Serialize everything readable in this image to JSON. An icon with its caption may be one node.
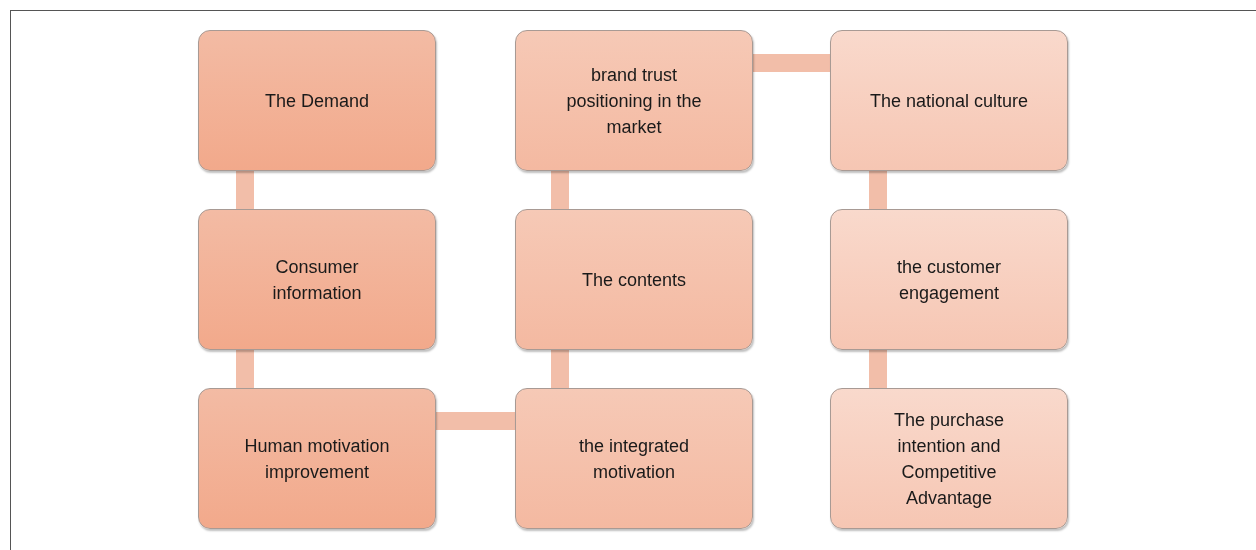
{
  "diagram": {
    "nodes": [
      {
        "text": [
          "The Demand"
        ]
      },
      {
        "text": [
          "Consumer information"
        ]
      },
      {
        "text": [
          "Human motivation improvement"
        ]
      },
      {
        "text": [
          "brand trust positioning in the market"
        ]
      },
      {
        "text": [
          "The contents"
        ]
      },
      {
        "text": [
          "the integrated motivation"
        ]
      },
      {
        "text": [
          "The national culture"
        ]
      },
      {
        "text": [
          "the customer engagement"
        ]
      },
      {
        "text": [
          "The purchase intention and Competitive Advantage"
        ]
      }
    ],
    "edges": [
      {
        "from": 0,
        "to": 1,
        "arrow": "none"
      },
      {
        "from": 1,
        "to": 2,
        "arrow": "none"
      },
      {
        "from": 2,
        "to": 5,
        "arrow": "none"
      },
      {
        "from": 5,
        "to": 4,
        "arrow": "none"
      },
      {
        "from": 4,
        "to": 3,
        "arrow": "none"
      },
      {
        "from": 3,
        "to": 6,
        "arrow": "none"
      },
      {
        "from": 6,
        "to": 7,
        "arrow": "none"
      },
      {
        "from": 7,
        "to": 8,
        "arrow": "none"
      }
    ]
  }
}
